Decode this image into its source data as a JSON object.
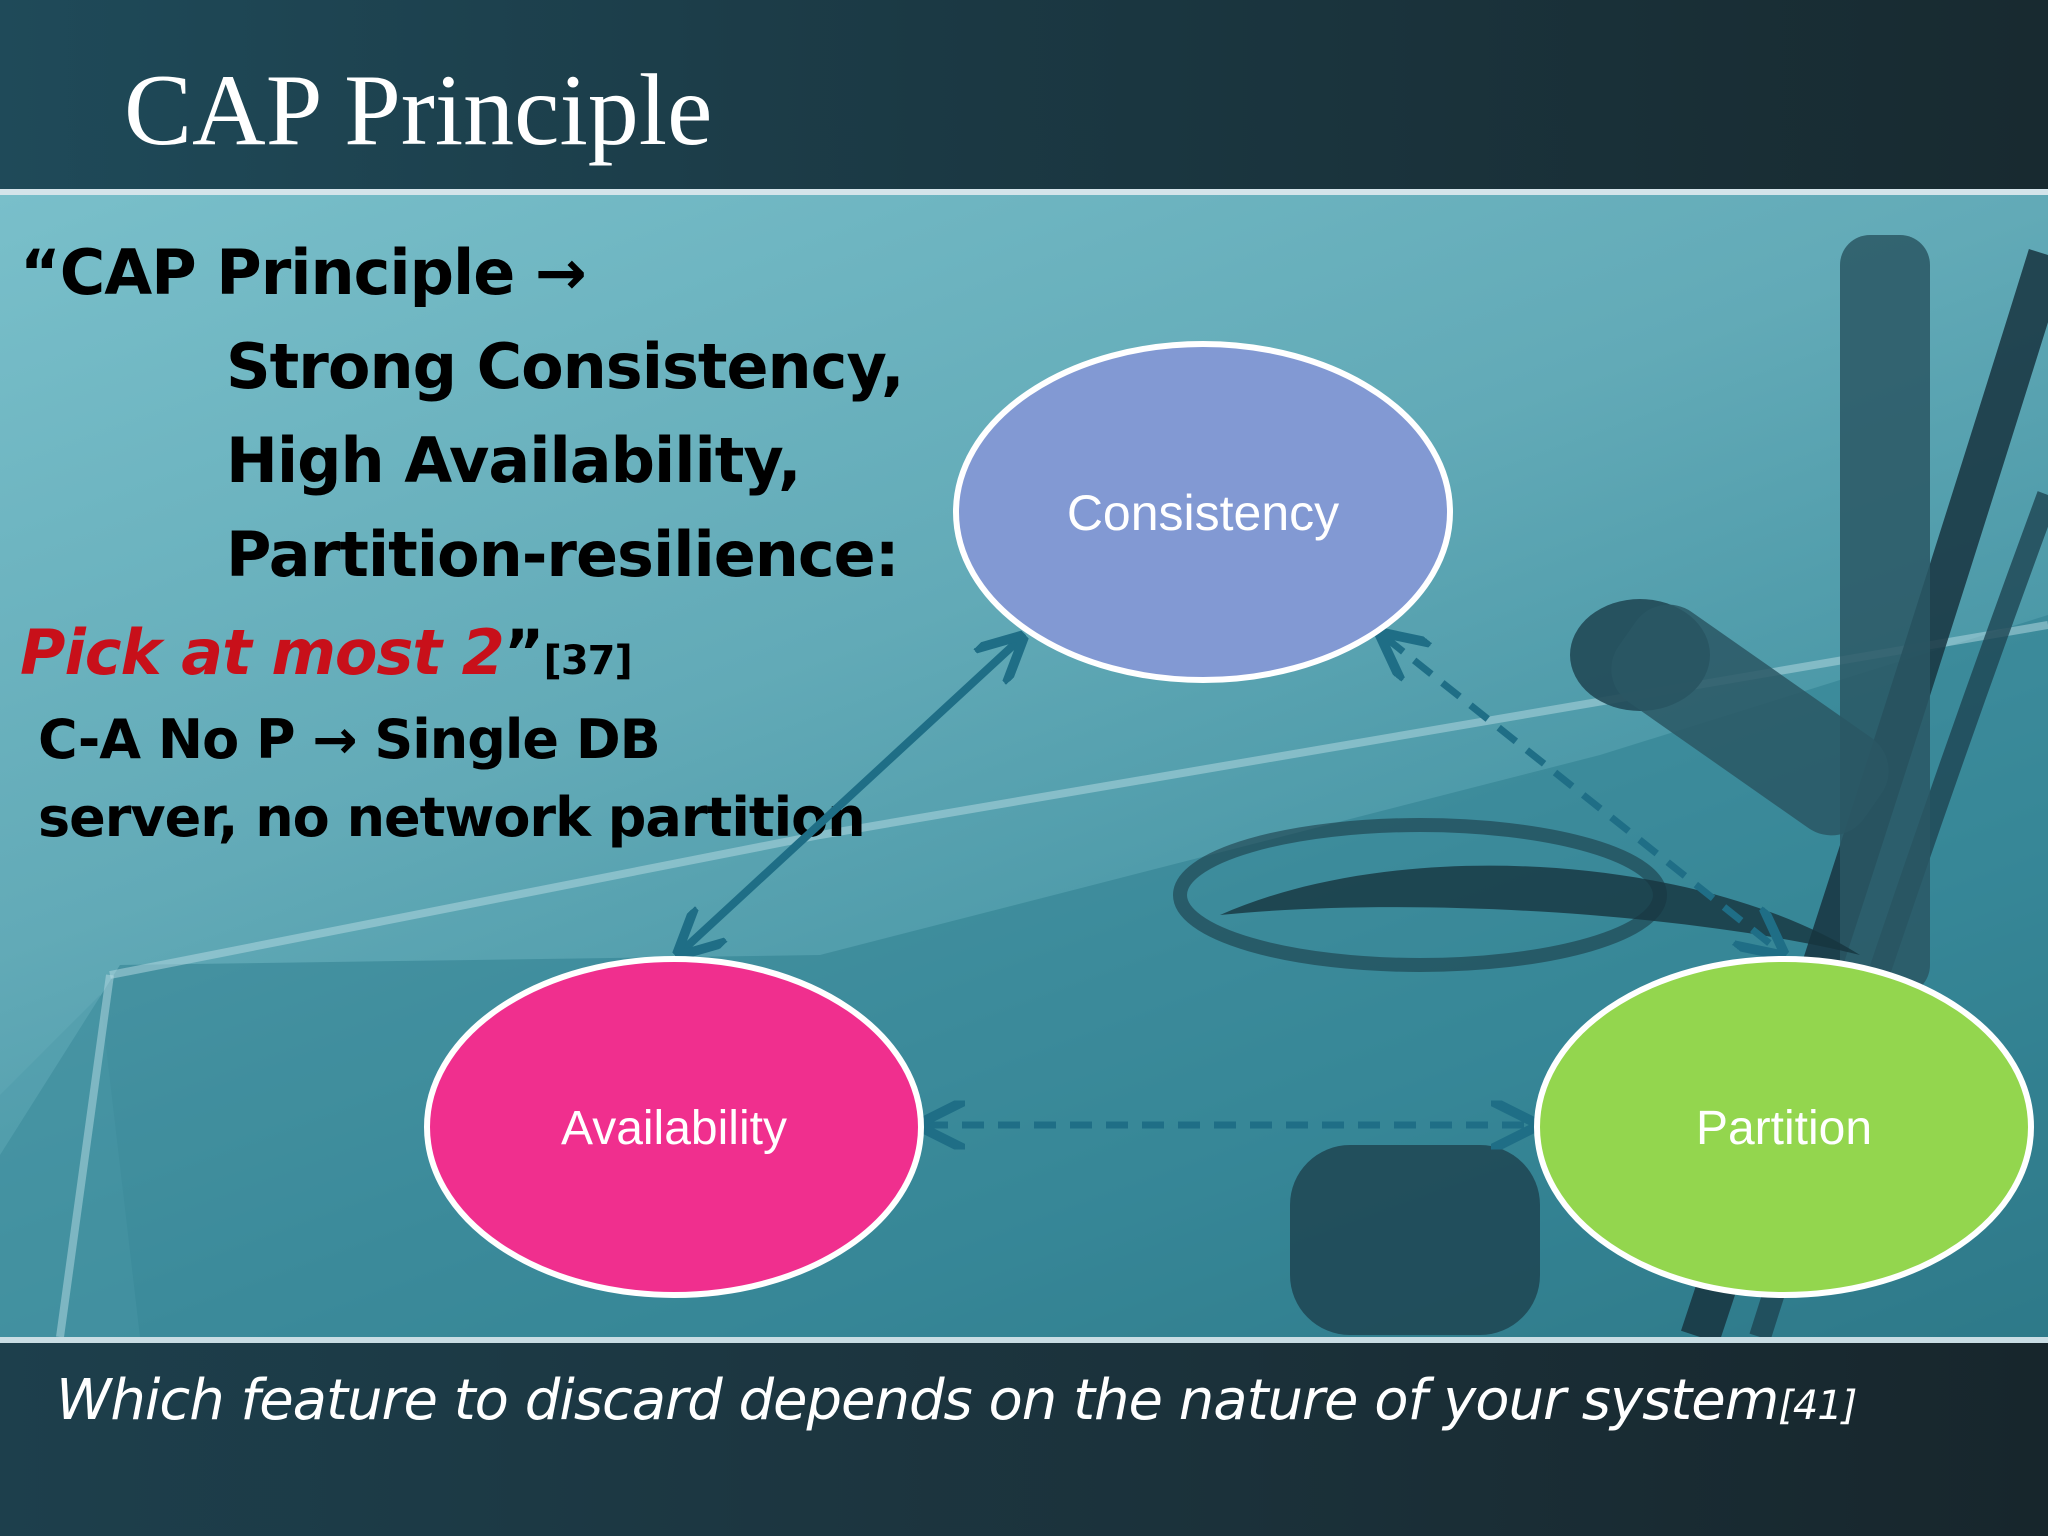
{
  "slide": {
    "title": "CAP Principle",
    "quote_line1": "“CAP Principle →",
    "quote_line2": "Strong Consistency,",
    "quote_line3": "High Availability,",
    "quote_line4": "Partition-resilience:",
    "pick_text": "Pick at most 2",
    "pick_close": "”",
    "pick_ref": "[37]",
    "note_line1": "C-A No P → Single DB",
    "note_line2": "server, no network partition",
    "footer_text": "Which feature to discard depends on the nature of your system",
    "footer_ref": "[41]"
  },
  "diagram": {
    "nodes": [
      {
        "id": "consistency",
        "label": "Consistency",
        "color": "#8299d3"
      },
      {
        "id": "availability",
        "label": "Availability",
        "color": "#f02f8e"
      },
      {
        "id": "partition",
        "label": "Partition",
        "color": "#93d64e"
      }
    ],
    "edges": [
      {
        "from": "consistency",
        "to": "availability",
        "style": "solid",
        "color": "#1f6e86"
      },
      {
        "from": "consistency",
        "to": "partition",
        "style": "dashed",
        "color": "#1f6e86"
      },
      {
        "from": "availability",
        "to": "partition",
        "style": "dashed",
        "color": "#1f6e86"
      }
    ]
  }
}
